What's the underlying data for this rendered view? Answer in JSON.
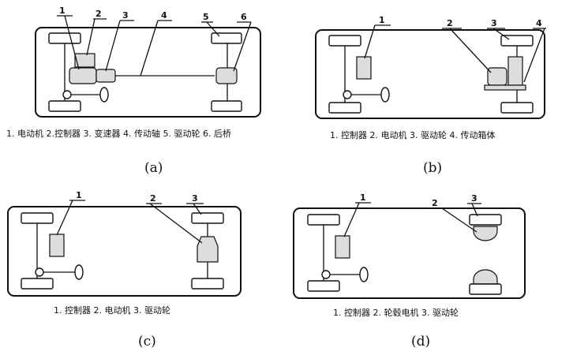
{
  "panels": [
    {
      "label": "(a)",
      "caption": "1. 电动机  2.控制器  3. 变速器  4. 传动轴  5. 驱动轮  6. 后桥",
      "callouts": [
        "1",
        "2",
        "3",
        "4",
        "5",
        "6"
      ]
    },
    {
      "label": "(b)",
      "caption": "1. 控制器  2. 电动机  3. 驱动轮  4. 传动箱体",
      "callouts": [
        "1",
        "2",
        "3",
        "4"
      ]
    },
    {
      "label": "(c)",
      "caption": "1. 控制器  2. 电动机  3. 驱动轮",
      "callouts": [
        "1",
        "2",
        "3"
      ]
    },
    {
      "label": "(d)",
      "caption": "1. 控制器  2. 轮毂电机  3. 驱动轮",
      "callouts": [
        "1",
        "2",
        "3"
      ]
    }
  ]
}
